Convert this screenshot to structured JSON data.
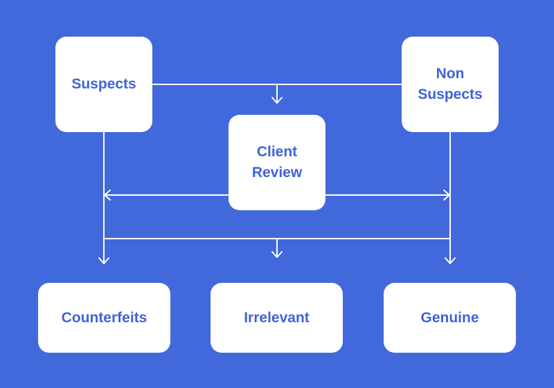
{
  "colors": {
    "background": "#4169dc",
    "box_fill": "#ffffff",
    "label_text": "#3f63d8",
    "connector": "#ffffff"
  },
  "nodes": {
    "suspects": {
      "label": "Suspects"
    },
    "non_suspects": {
      "label": "Non\nSuspects"
    },
    "client_review": {
      "label": "Client\nReview"
    },
    "counterfeits": {
      "label": "Counterfeits"
    },
    "irrelevant": {
      "label": "Irrelevant"
    },
    "genuine": {
      "label": "Genuine"
    }
  }
}
